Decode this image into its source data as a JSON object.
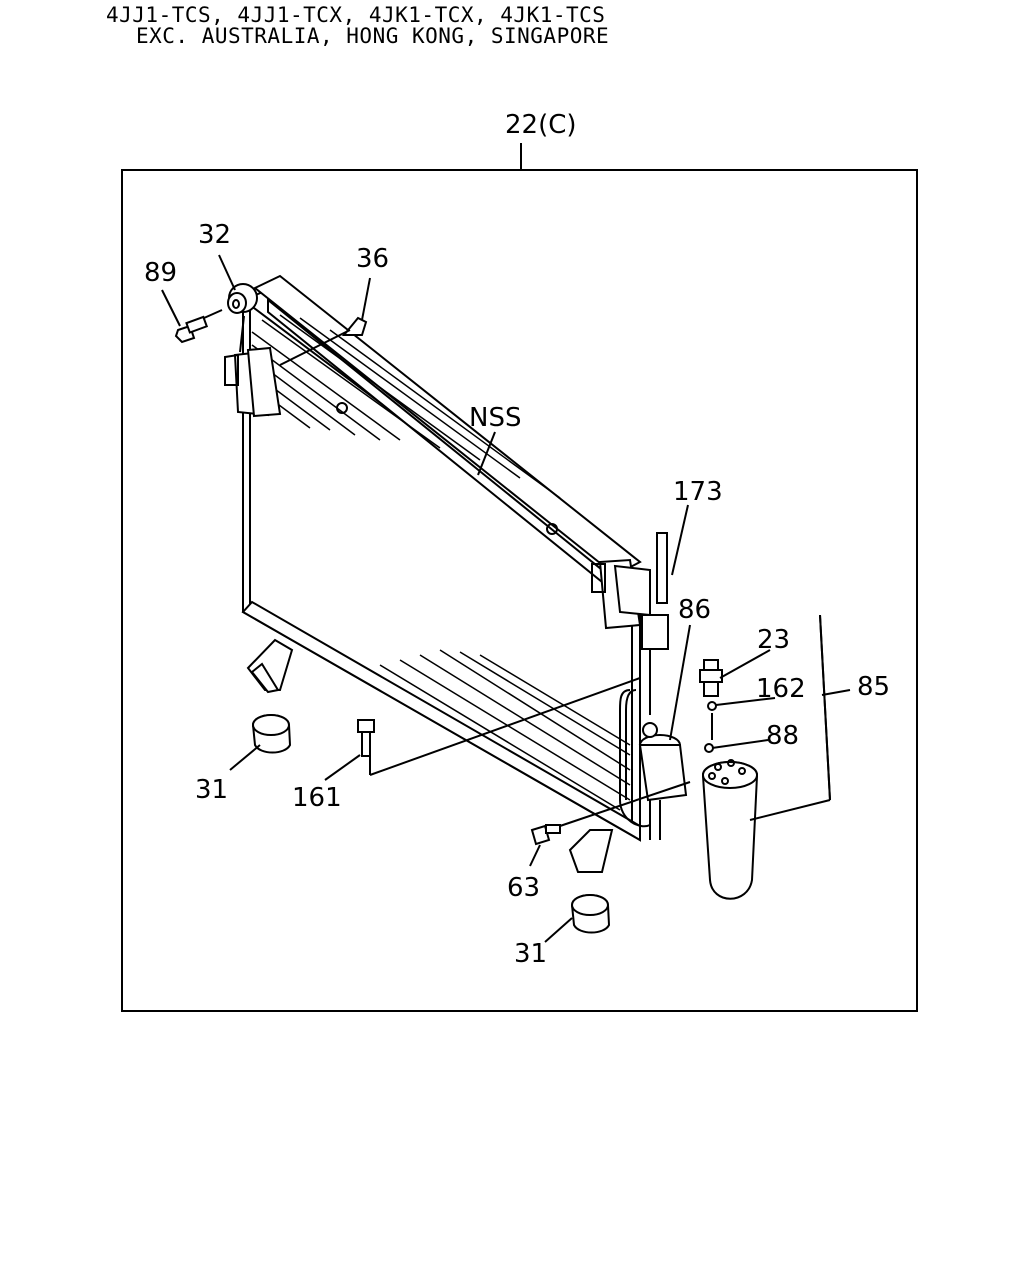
{
  "header": {
    "line1": "4JJ1-TCS, 4JJ1-TCX, 4JK1-TCX, 4JK1-TCS",
    "line2": "EXC. AUSTRALIA, HONG KONG, SINGAPORE"
  },
  "diagram": {
    "assembly_label": "22(C)",
    "callouts": {
      "c32": "32",
      "c89": "89",
      "c36": "36",
      "nss": "NSS",
      "c173": "173",
      "c86": "86",
      "c23": "23",
      "c162": "162",
      "c85": "85",
      "c88": "88",
      "c31a": "31",
      "c161": "161",
      "c63": "63",
      "c31b": "31"
    }
  }
}
